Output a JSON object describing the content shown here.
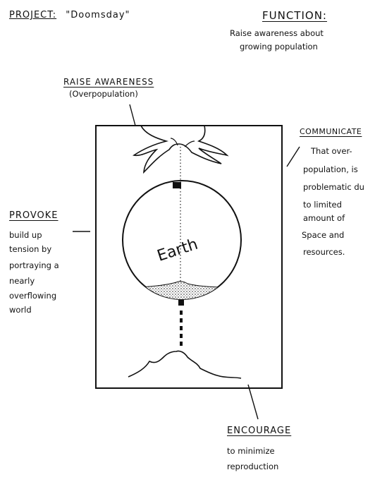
{
  "project": {
    "label": "PROJECT:",
    "name": "\"Doomsday\""
  },
  "function": {
    "heading": "FUNCTION:",
    "lines": [
      "Raise awareness about",
      "growing population"
    ]
  },
  "raise_awareness": {
    "heading": "RAISE AWARENESS",
    "subtitle": "(Overpopulation)"
  },
  "communicate": {
    "heading": "COMMUNICATE",
    "lines": [
      "That over-",
      "population, is",
      "problematic du",
      "to limited",
      "amount of",
      "Space and",
      "resources."
    ]
  },
  "provoke": {
    "heading": "PROVOKE",
    "lines": [
      "build up",
      "tension by",
      "portraying a",
      "nearly",
      "overflowing",
      "world"
    ]
  },
  "encourage": {
    "heading": "ENCOURAGE",
    "lines": [
      "to minimize",
      "reproduction"
    ]
  },
  "sketch": {
    "globe_label": "Earth"
  }
}
